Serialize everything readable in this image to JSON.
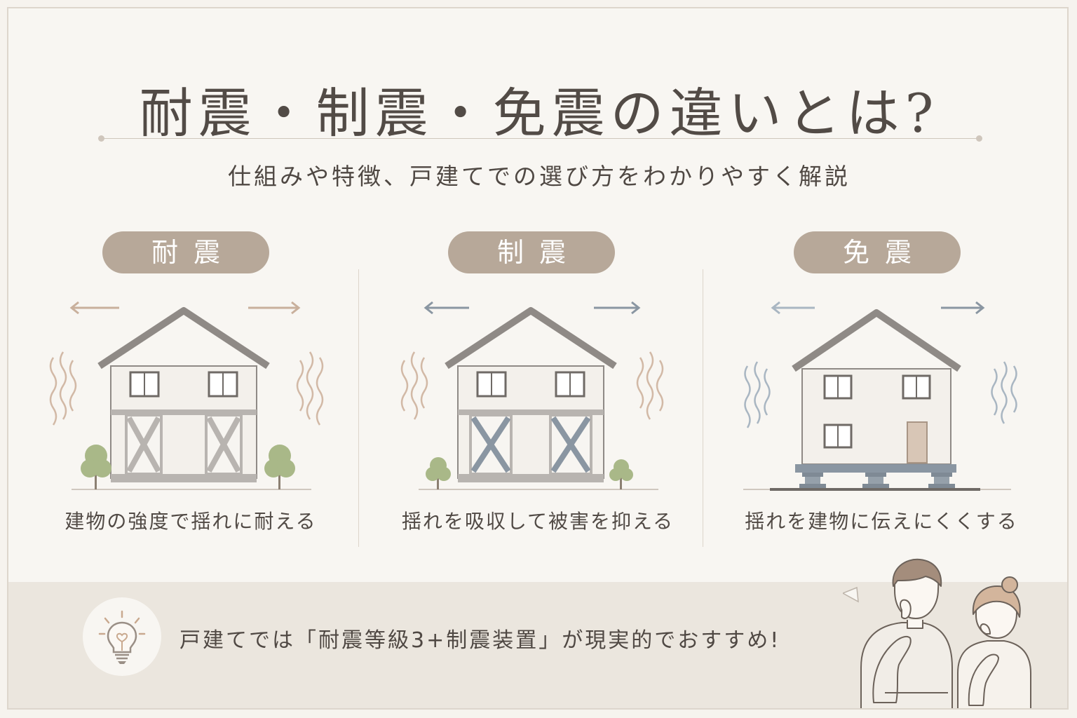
{
  "title": "耐震・制震・免震の違いとは?",
  "subtitle": "仕組みや特徴、戸建てでの選び方をわかりやすく解説",
  "methods": [
    {
      "label": "耐震",
      "caption": "建物の強度で揺れに耐える"
    },
    {
      "label": "制震",
      "caption": "揺れを吸収して被害を抑える"
    },
    {
      "label": "免震",
      "caption": "揺れを建物に伝えにくくする"
    }
  ],
  "recommendation": "戸建てでは「耐震等級3+制震装置」が現実的でおすすめ!",
  "icons": {
    "recommendation": "lightbulb-icon",
    "people": "couple-thinking-illustration"
  },
  "colors": {
    "accent": "#b7a899",
    "shake_wave": "#c9b09c",
    "isolation_wave": "#a9b6c2",
    "damper": "#8a96a2"
  }
}
